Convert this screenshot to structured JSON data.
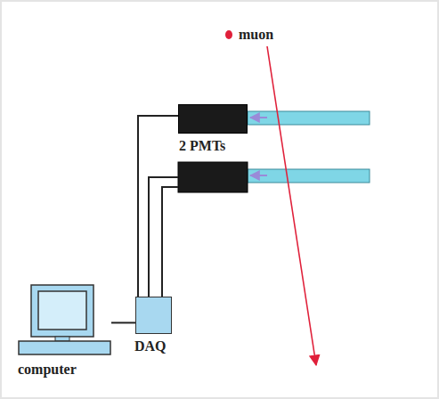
{
  "diagram": {
    "nodes": [
      {
        "text": [
          "2 PMTs"
        ]
      },
      {
        "text": [
          "computer"
        ]
      },
      {
        "text": [
          "DAQ"
        ]
      }
    ],
    "edges": [
      {
        "from": 0,
        "to": 2,
        "arrow": "none"
      },
      {
        "from": 2,
        "to": 1,
        "arrow": "none"
      }
    ],
    "labels": [
      "muon"
    ]
  }
}
